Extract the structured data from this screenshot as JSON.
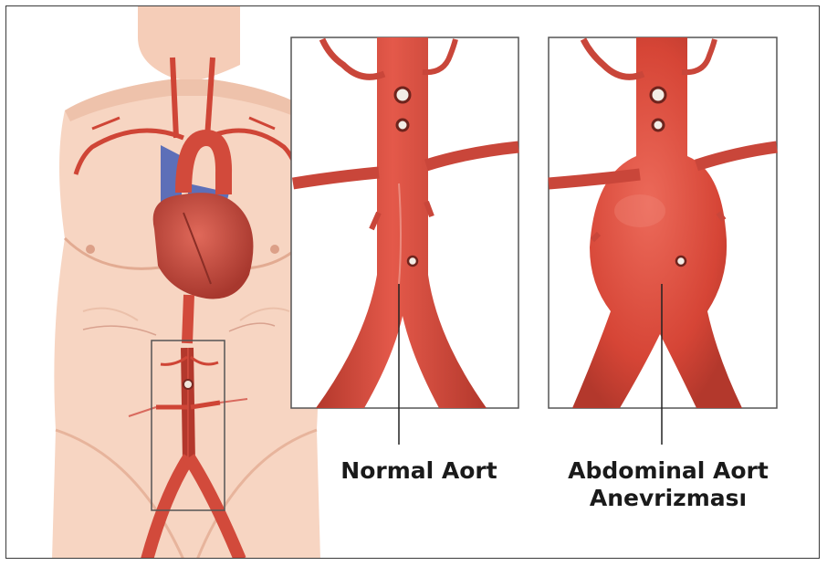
{
  "labels": {
    "normal": "Normal Aort",
    "abdominal_line1": "Abdominal Aort",
    "abdominal_line2": "Anevrizması"
  },
  "colors": {
    "skin": "#f7d2be",
    "skin_shadow": "#e9b79f",
    "artery": "#d9493a",
    "artery_dark": "#b8352a",
    "vein": "#5d6fb8",
    "heart": "#c9463a",
    "panel_border": "#555555"
  }
}
